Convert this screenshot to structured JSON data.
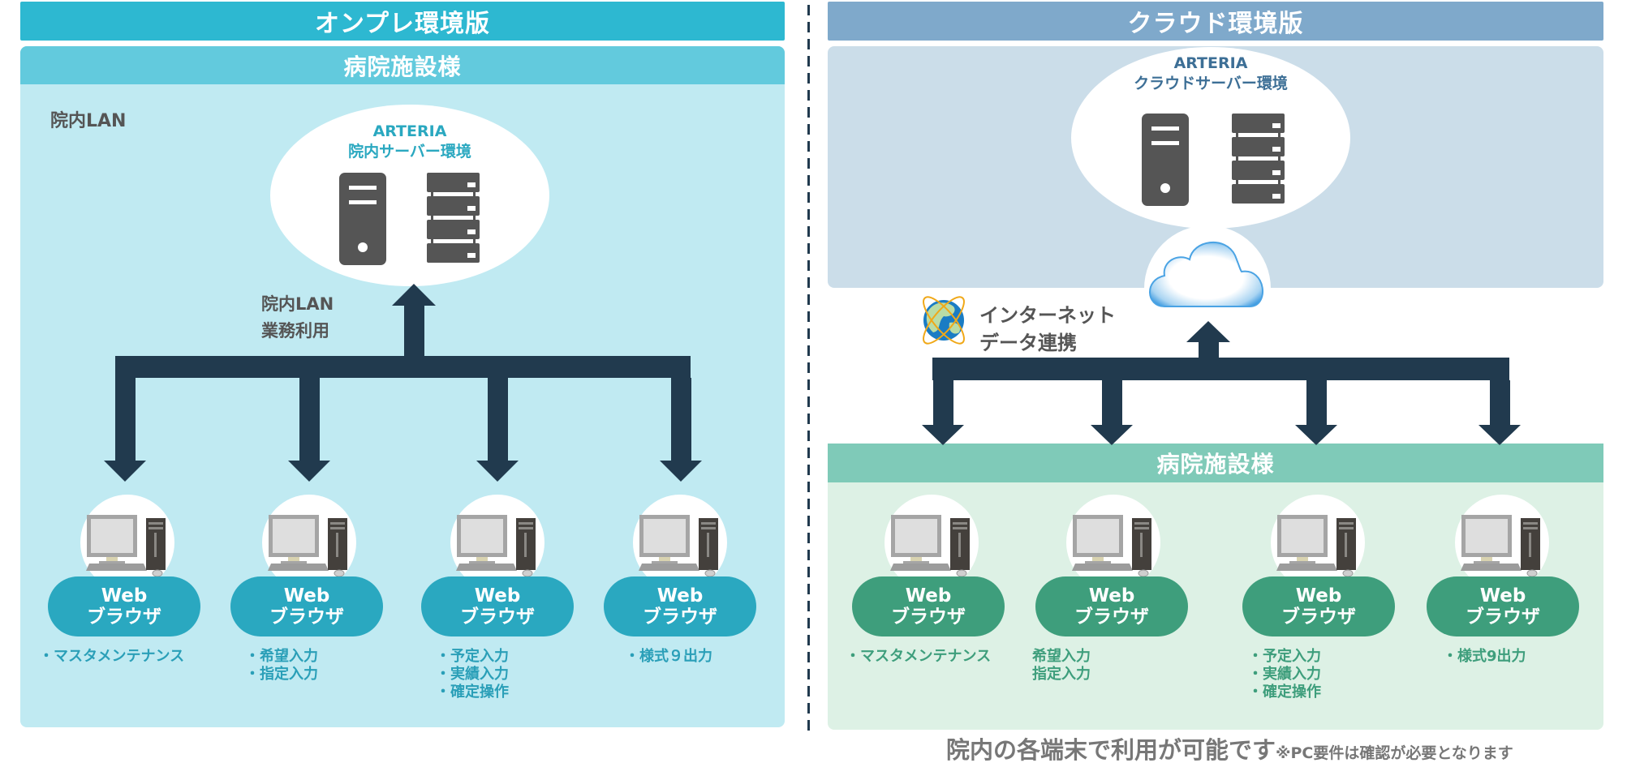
{
  "onprem": {
    "title": "オンプレ環境版",
    "facility_header": "病院施設様",
    "lan_label": "院内LAN",
    "server": {
      "name": "ARTERIA",
      "env": "院内サーバー環境"
    },
    "connection_label": [
      "院内LAN",
      "業務利用"
    ],
    "terminals": [
      {
        "label": [
          "Web",
          "ブラウザ"
        ],
        "tasks": [
          "・マスタメンテナンス"
        ]
      },
      {
        "label": [
          "Web",
          "ブラウザ"
        ],
        "tasks": [
          "・希望入力",
          "・指定入力"
        ]
      },
      {
        "label": [
          "Web",
          "ブラウザ"
        ],
        "tasks": [
          "・予定入力",
          "・実績入力",
          "・確定操作"
        ]
      },
      {
        "label": [
          "Web",
          "ブラウザ"
        ],
        "tasks": [
          "・様式９出力"
        ]
      }
    ]
  },
  "cloud": {
    "title": "クラウド環境版",
    "server": {
      "name": "ARTERIA",
      "env": "クラウドサーバー環境"
    },
    "connection_label": [
      "インターネット",
      "データ連携"
    ],
    "facility_header": "病院施設様",
    "terminals": [
      {
        "label": [
          "Web",
          "ブラウザ"
        ],
        "tasks": [
          "・マスタメンテナンス"
        ]
      },
      {
        "label": [
          "Web",
          "ブラウザ"
        ],
        "tasks": [
          "希望入力",
          "指定入力"
        ]
      },
      {
        "label": [
          "Web",
          "ブラウザ"
        ],
        "tasks": [
          "・予定入力",
          "・実績入力",
          "・確定操作"
        ]
      },
      {
        "label": [
          "Web",
          "ブラウザ"
        ],
        "tasks": [
          "・様式9出力"
        ]
      }
    ]
  },
  "footer": {
    "main": "院内の各端末で利用が可能です",
    "note": "※PC要件は確認が必要となります"
  },
  "icons": {
    "server_tower": "server-tower-icon",
    "server_rack": "server-rack-icon",
    "desktop_pc": "desktop-pc-icon",
    "cloud": "cloud-icon",
    "globe": "globe-icon",
    "arrow": "arrow-icon"
  },
  "colors": {
    "onprem_title_bg": "#2db8d1",
    "onprem_facility_bg": "#62cadd",
    "onprem_body_bg": "#c0eaf2",
    "onprem_accent": "#2aa8c0",
    "cloud_title_bg": "#7fa9cb",
    "cloud_server_bg": "#cbdde9",
    "cloud_server_text": "#3d6f96",
    "cloud_facility_bg": "#7fcab8",
    "cloud_body_bg": "#ddf1e5",
    "cloud_accent": "#3e9e7c",
    "arrow": "#213a4e",
    "icon_gray": "#555555",
    "footer_text": "#777777"
  }
}
